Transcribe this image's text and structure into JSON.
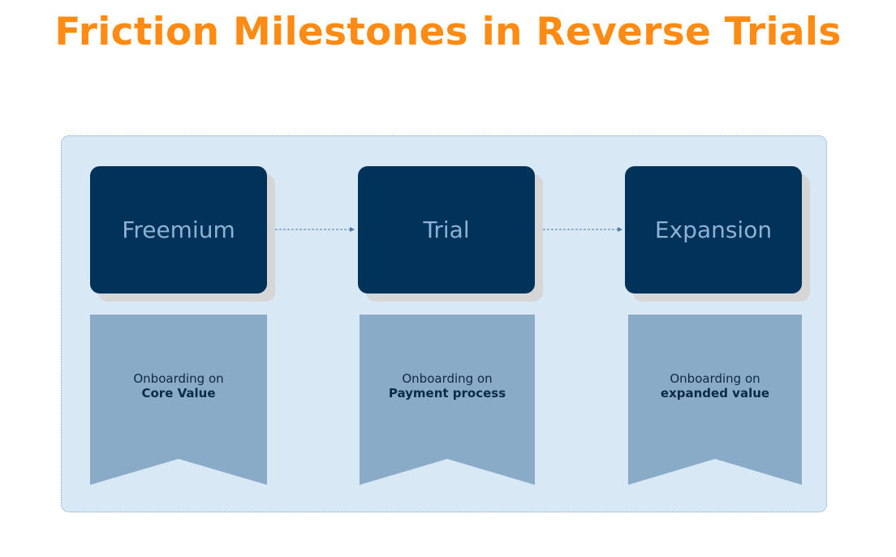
{
  "title": "Friction Milestones in Reverse Trials",
  "colors": {
    "title": "#ff8a14",
    "panel_background": "#d8e8f5",
    "stage_box": "#00325a",
    "stage_text": "#8fb1d3",
    "banner": "#8aabc8",
    "banner_text": "#0d2a45",
    "connector": "#4f79a3"
  },
  "stages": [
    {
      "label": "Freemium",
      "banner_line1": "Onboarding on",
      "banner_line2": "Core Value"
    },
    {
      "label": "Trial",
      "banner_line1": "Onboarding on",
      "banner_line2": "Payment process"
    },
    {
      "label": "Expansion",
      "banner_line1": "Onboarding on",
      "banner_line2": "expanded value"
    }
  ]
}
